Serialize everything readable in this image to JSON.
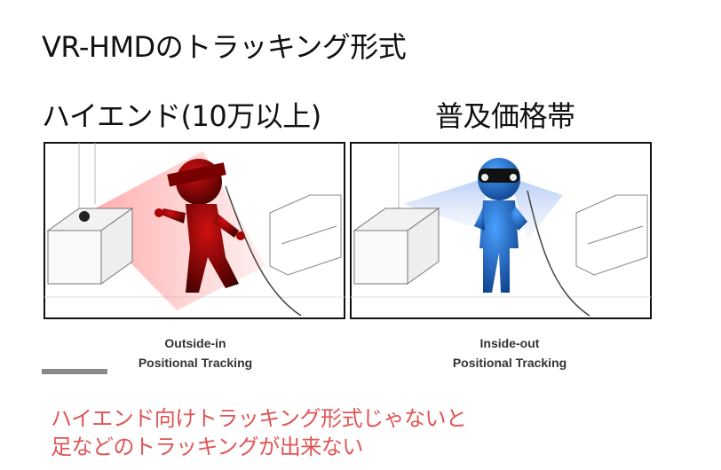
{
  "slide": {
    "title": "VR-HMDのトラッキング形式",
    "left_heading": "ハイエンド(10万以上)",
    "right_heading": "普及価格帯",
    "left_caption_line1": "Outside-in",
    "left_caption_line2": "Positional Tracking",
    "right_caption_line1": "Inside-out",
    "right_caption_line2": "Positional Tracking",
    "note_line1": "ハイエンド向けトラッキング形式じゃないと",
    "note_line2": "足などのトラッキングが出来ない"
  },
  "colors": {
    "note": "#e05555",
    "outside_in_figure": "#b00000",
    "inside_out_figure": "#1f6fd1"
  }
}
